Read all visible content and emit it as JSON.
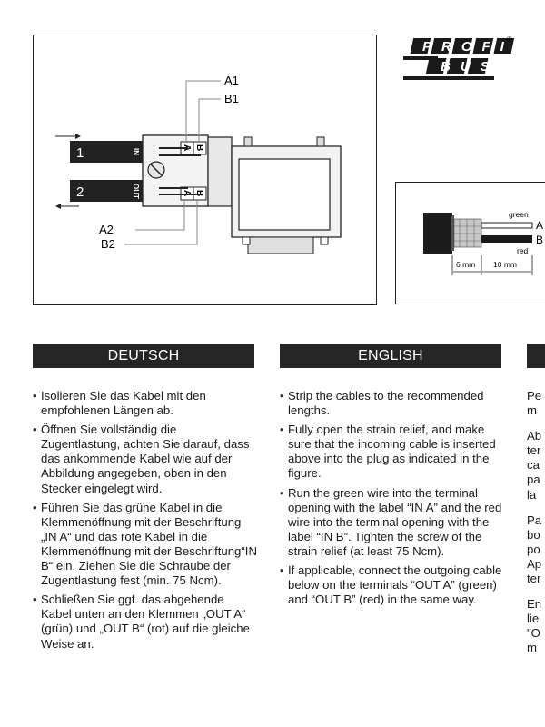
{
  "logo": {
    "top_word": "PROFI",
    "bottom_word": "BUS",
    "mark": "®"
  },
  "diagram": {
    "labels": {
      "a1": "A1",
      "b1": "B1",
      "a2": "A2",
      "b2": "B2",
      "cable1": "1",
      "cable2": "2",
      "in": "IN",
      "out": "OUT",
      "term_a": "A",
      "term_b": "B"
    }
  },
  "cable_diagram": {
    "green": "green",
    "red": "red",
    "a": "A",
    "b": "B",
    "dim1": "6 mm",
    "dim2": "10 mm"
  },
  "sections": {
    "de": {
      "title": "DEUTSCH",
      "items": [
        "Isolieren Sie das Kabel mit den empfohlenen Längen ab.",
        "Öffnen Sie vollständig die Zugentlastung, achten Sie darauf, dass das ankommende Kabel wie auf der Abbildung angegeben, oben in den Stecker eingelegt wird.",
        "Führen Sie das grüne Kabel in die Klemmenöffnung mit der Beschriftung „IN A“ und das rote Kabel in die Klemmenöffnung mit der Beschriftung“IN B“ ein. Ziehen Sie die Schraube der Zugentlastung fest (min. 75 Ncm).",
        "Schließen Sie ggf. das abgehende Kabel unten an den Klemmen „OUT A“ (grün) und „OUT B“ (rot) auf die gleiche Weise an."
      ]
    },
    "en": {
      "title": "ENGLISH",
      "items": [
        "Strip the cables to the recommended lengths.",
        "Fully open the strain relief, and make sure that the incoming cable is inserted above into the plug as indicated in the figure.",
        "Run the green wire into the terminal opening with the label “IN A” and the red wire into the terminal opening with the label “IN B”. Tighten the screw of the strain relief (at least 75 Ncm).",
        "If applicable, connect the outgoing cable below on the terminals “OUT A” (green) and “OUT B” (red) in the same way."
      ]
    },
    "third": {
      "lines_a": [
        "Pe",
        "m"
      ],
      "lines_b": [
        "Ab",
        "ter",
        "ca",
        "pa",
        "la"
      ],
      "lines_c": [
        "Pa",
        "bo",
        "po",
        "Ap",
        "ter"
      ],
      "lines_d": [
        "En",
        "lie",
        "\"O",
        "m"
      ]
    }
  }
}
